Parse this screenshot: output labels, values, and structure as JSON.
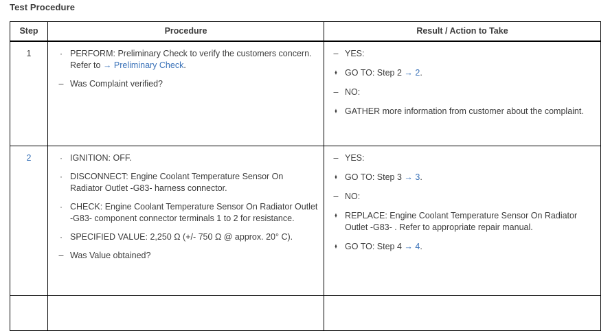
{
  "page": {
    "title": "Test Procedure"
  },
  "colors": {
    "link": "#3b73b9",
    "text": "#3c3c3c",
    "border": "#000000",
    "background": "#ffffff"
  },
  "table": {
    "headers": {
      "step": "Step",
      "procedure": "Procedure",
      "result": "Result / Action to Take"
    },
    "rows": [
      {
        "step": "1",
        "step_is_link": false,
        "procedure": [
          {
            "marker": "dot",
            "marker_glyph": "·",
            "segments": [
              {
                "text": "PERFORM: Preliminary Check to verify the customers concern. Refer to ",
                "style": "normal"
              },
              {
                "text": "→",
                "style": "arrow"
              },
              {
                "text": " ",
                "style": "normal"
              },
              {
                "text": "Preliminary Check",
                "style": "link"
              },
              {
                "text": ".",
                "style": "normal"
              }
            ]
          },
          {
            "marker": "dash",
            "marker_glyph": "–",
            "segments": [
              {
                "text": "Was Complaint verified?",
                "style": "normal"
              }
            ]
          }
        ],
        "result": [
          {
            "marker": "dash",
            "marker_glyph": "–",
            "segments": [
              {
                "text": "YES:",
                "style": "normal"
              }
            ]
          },
          {
            "marker": "diamond",
            "marker_glyph": "♦",
            "segments": [
              {
                "text": "GO TO: Step 2 ",
                "style": "normal"
              },
              {
                "text": "→",
                "style": "arrow"
              },
              {
                "text": " ",
                "style": "normal"
              },
              {
                "text": "2",
                "style": "link"
              },
              {
                "text": ".",
                "style": "normal"
              }
            ]
          },
          {
            "marker": "dash",
            "marker_glyph": "–",
            "segments": [
              {
                "text": "NO:",
                "style": "normal"
              }
            ]
          },
          {
            "marker": "diamond",
            "marker_glyph": "♦",
            "segments": [
              {
                "text": "GATHER more information from customer about the complaint.",
                "style": "normal"
              }
            ]
          }
        ]
      },
      {
        "step": "2",
        "step_is_link": true,
        "procedure": [
          {
            "marker": "dot",
            "marker_glyph": "·",
            "segments": [
              {
                "text": "IGNITION: OFF.",
                "style": "normal"
              }
            ]
          },
          {
            "marker": "dot",
            "marker_glyph": "·",
            "segments": [
              {
                "text": "DISCONNECT: Engine Coolant Temperature Sensor On Radiator Outlet -G83- harness connector.",
                "style": "normal"
              }
            ]
          },
          {
            "marker": "dot",
            "marker_glyph": "·",
            "segments": [
              {
                "text": "CHECK: Engine Coolant Temperature Sensor On Radiator Outlet -G83- component connector terminals 1 to 2 for resistance.",
                "style": "normal"
              }
            ]
          },
          {
            "marker": "dot",
            "marker_glyph": "·",
            "segments": [
              {
                "text": "SPECIFIED VALUE: 2,250 Ω (+/- 750 Ω @ approx. 20° C).",
                "style": "normal"
              }
            ]
          },
          {
            "marker": "dash",
            "marker_glyph": "–",
            "segments": [
              {
                "text": "Was Value obtained?",
                "style": "normal"
              }
            ]
          }
        ],
        "result": [
          {
            "marker": "dash",
            "marker_glyph": "–",
            "segments": [
              {
                "text": "YES:",
                "style": "normal"
              }
            ]
          },
          {
            "marker": "diamond",
            "marker_glyph": "♦",
            "segments": [
              {
                "text": "GO TO: Step 3 ",
                "style": "normal"
              },
              {
                "text": "→",
                "style": "arrow"
              },
              {
                "text": " ",
                "style": "normal"
              },
              {
                "text": "3",
                "style": "link"
              },
              {
                "text": ".",
                "style": "normal"
              }
            ]
          },
          {
            "marker": "dash",
            "marker_glyph": "–",
            "segments": [
              {
                "text": "NO:",
                "style": "normal"
              }
            ]
          },
          {
            "marker": "diamond",
            "marker_glyph": "♦",
            "segments": [
              {
                "text": "REPLACE: Engine Coolant Temperature Sensor On Radiator Outlet -G83- . Refer to appropriate repair manual.",
                "style": "normal"
              }
            ]
          },
          {
            "marker": "diamond",
            "marker_glyph": "♦",
            "segments": [
              {
                "text": "GO TO: Step 4 ",
                "style": "normal"
              },
              {
                "text": "→",
                "style": "arrow"
              },
              {
                "text": " ",
                "style": "normal"
              },
              {
                "text": "4",
                "style": "link"
              },
              {
                "text": ".",
                "style": "normal"
              }
            ]
          }
        ]
      },
      {
        "step": "",
        "step_is_link": false,
        "procedure": [],
        "result": []
      }
    ]
  }
}
